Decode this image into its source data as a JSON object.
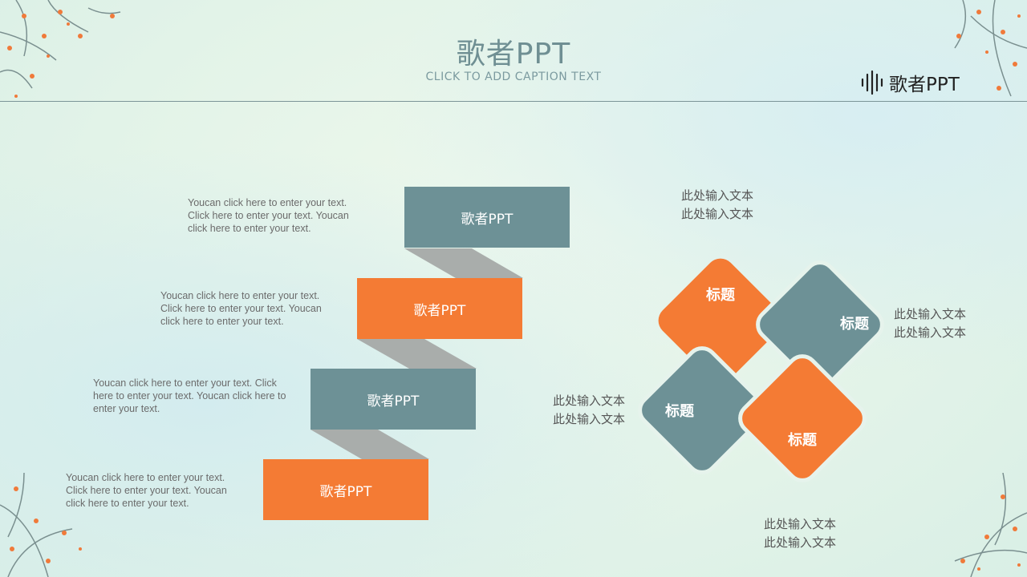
{
  "header": {
    "title": "歌者PPT",
    "caption": "CLICK TO ADD CAPTION TEXT",
    "logo_text": "歌者PPT"
  },
  "steps": [
    {
      "label": "歌者PPT",
      "desc": "Youcan click here to enter your text. Click here to enter your text. Youcan click here to enter your text."
    },
    {
      "label": "歌者PPT",
      "desc": "Youcan click here to enter your text. Click here to enter your text. Youcan click here to enter your text."
    },
    {
      "label": "歌者PPT",
      "desc": "Youcan click here to enter your text. Click here to enter your text. Youcan click here to enter your text."
    },
    {
      "label": "歌者PPT",
      "desc": "Youcan click here to enter your text. Click here to enter your text. Youcan click here to enter your text."
    }
  ],
  "diamonds": [
    {
      "label": "标题",
      "caption_line1": "此处输入文本",
      "caption_line2": "此处输入文本"
    },
    {
      "label": "标题",
      "caption_line1": "此处输入文本",
      "caption_line2": "此处输入文本"
    },
    {
      "label": "标题",
      "caption_line1": "此处输入文本",
      "caption_line2": "此处输入文本"
    },
    {
      "label": "标题",
      "caption_line1": "此处输入文本",
      "caption_line2": "此处输入文本"
    }
  ],
  "colors": {
    "gray": "#6d9196",
    "orange": "#f47b34",
    "fold": "#a9adab"
  }
}
